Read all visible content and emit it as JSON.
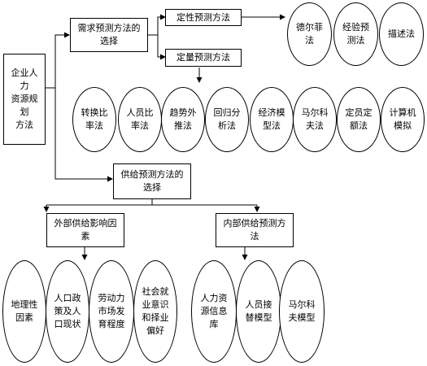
{
  "root": "企业人力\n资源规划\n方法",
  "demand": {
    "title": "需求预测方法的\n选择",
    "qualitative": {
      "title": "定性预测方法",
      "methods": [
        "德尔菲\n法",
        "经验预\n测法",
        "描述法"
      ]
    },
    "quantitative": {
      "title": "定量预测方法",
      "methods": [
        "转换比\n率法",
        "人员比\n率法",
        "趋势外\n推法",
        "回归分\n析法",
        "经济模\n型法",
        "马尔科\n夫法",
        "定员定\n额法",
        "计算机\n模拟"
      ]
    }
  },
  "supply": {
    "title": "供给预测方法的\n选择",
    "external": {
      "title": "外部供给影响因\n素",
      "factors": [
        "地理性\n因素",
        "人口政\n策及人\n口现状",
        "劳动力\n市场发\n育程度",
        "社会就\n业意识\n和择业\n偏好"
      ]
    },
    "internal": {
      "title": "内部供给预测方\n法",
      "methods": [
        "人力资\n源信息\n库",
        "人员接\n替模型",
        "马尔科\n夫模型"
      ]
    }
  }
}
